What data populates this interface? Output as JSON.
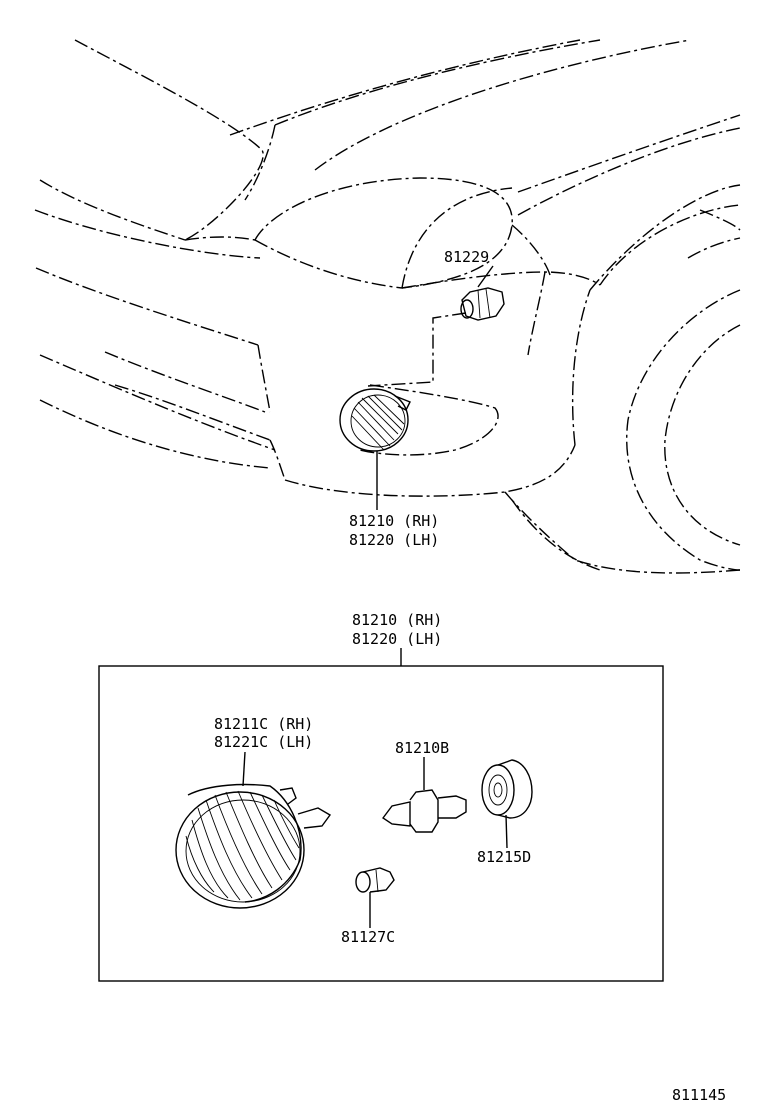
{
  "callouts": {
    "bulb_socket_top": "81229",
    "fog_lamp_rh": "81210 (RH)",
    "fog_lamp_lh": "81220 (LH)",
    "assembly_rh": "81210 (RH)",
    "assembly_lh": "81220 (LH)",
    "lens_rh": "81211C (RH)",
    "lens_lh": "81221C (LH)",
    "bulb": "81210B",
    "socket": "81215D",
    "screw": "81127C"
  },
  "figure_number": "811145"
}
